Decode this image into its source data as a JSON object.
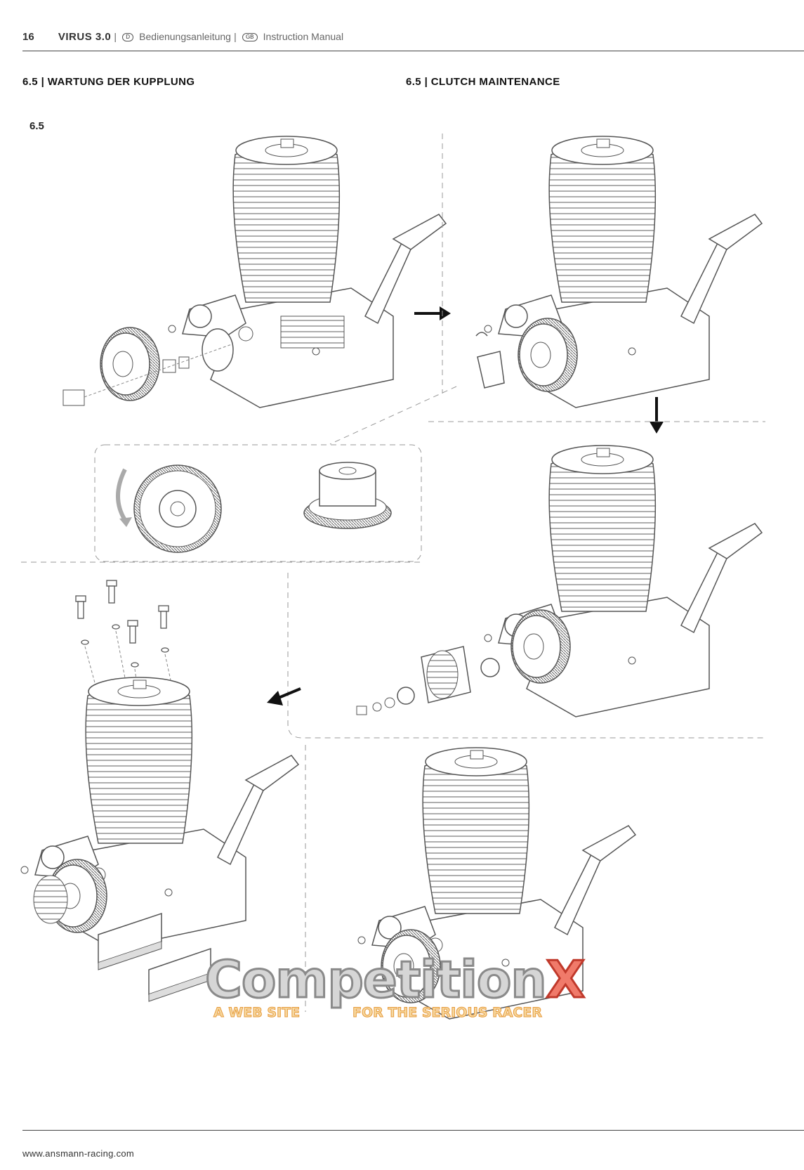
{
  "header": {
    "page_number": "16",
    "product": "VIRUS 3.0",
    "sep": "|",
    "lang_de_code": "D",
    "lang_de_label": "Bedienungsanleitung",
    "lang_en_code": "GB",
    "lang_en_label": "Instruction Manual"
  },
  "sections": {
    "left_title": "6.5 | WARTUNG DER KUPPLUNG",
    "right_title": "6.5 | CLUTCH MAINTENANCE",
    "step_label": "6.5"
  },
  "watermark": {
    "title": "Competition",
    "title_x": "X",
    "subtitle_1": "A WEB SITE",
    "subtitle_2": "FOR THE SERIOUS RACER"
  },
  "footer": {
    "url": "www.ansmann-racing.com"
  }
}
